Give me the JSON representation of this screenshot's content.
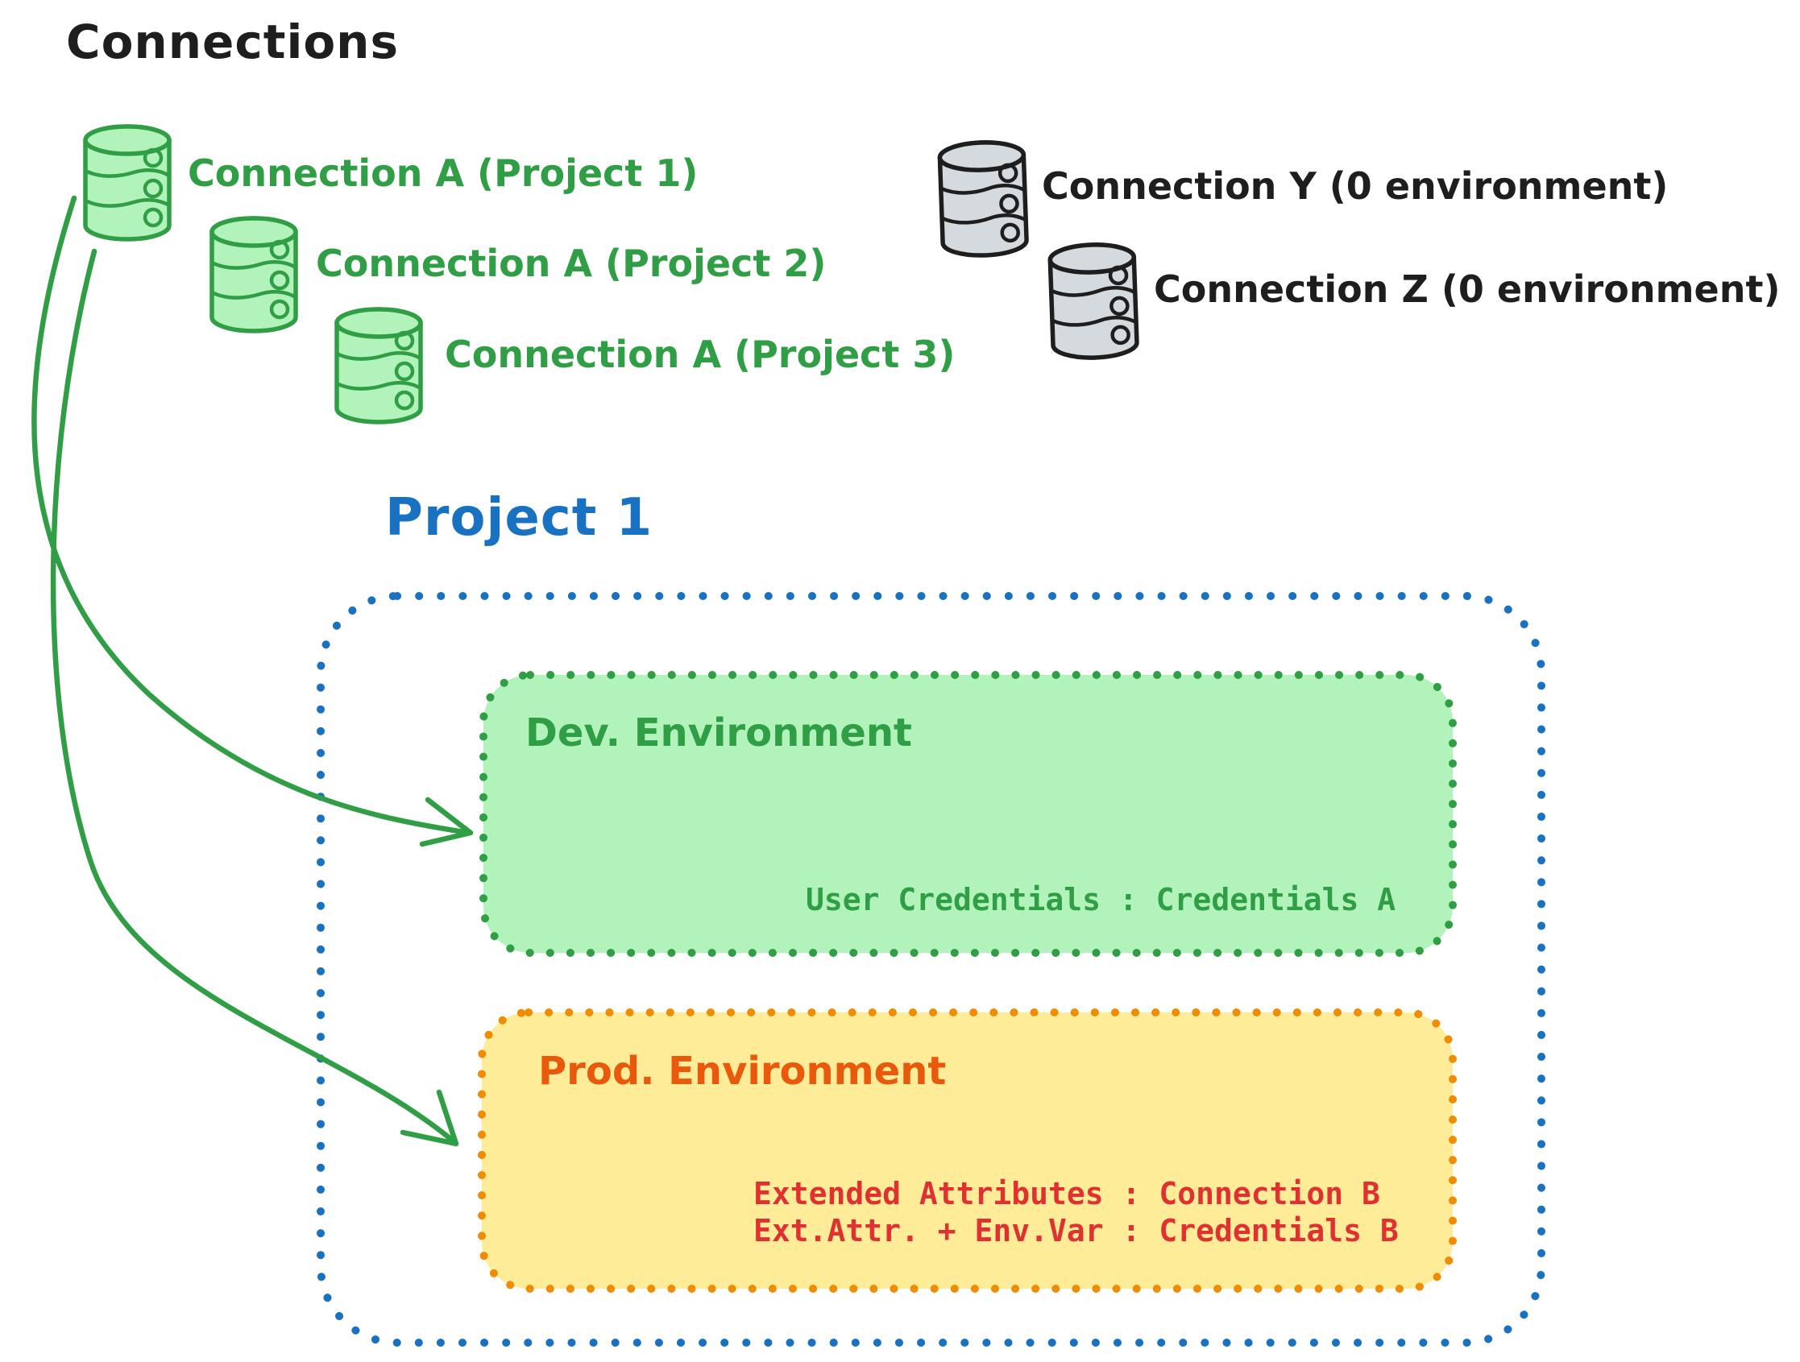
{
  "title": "Connections",
  "connections": {
    "project_scoped": [
      {
        "label": "Connection A (Project 1)"
      },
      {
        "label": "Connection A (Project 2)"
      },
      {
        "label": "Connection A (Project 3)"
      }
    ],
    "unassigned": [
      {
        "label": "Connection Y (0 environment)"
      },
      {
        "label": "Connection Z (0 environment)"
      }
    ]
  },
  "project": {
    "title": "Project 1",
    "dev_environment": {
      "title": "Dev. Environment",
      "credentials_line": "User Credentials : Credentials A"
    },
    "prod_environment": {
      "title": "Prod. Environment",
      "lines": [
        "Extended Attributes : Connection B",
        "Ext.Attr. + Env.Var : Credentials B"
      ]
    }
  },
  "icons": {
    "green_database": "database-icon",
    "gray_database": "database-icon"
  },
  "colors": {
    "text_black": "#1e1e1e",
    "green_stroke": "#2f9e44",
    "green_fill": "#b2f2bb",
    "blue_stroke": "#1971c2",
    "orange_stroke": "#f08c00",
    "orange_text": "#e8590c",
    "yellow_fill": "#ffec99",
    "red_text": "#e03131",
    "gray_fill": "#d5dade"
  }
}
